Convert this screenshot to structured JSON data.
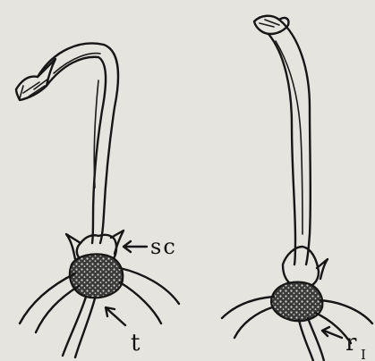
{
  "figure": {
    "labels": {
      "left_upper": "sc",
      "left_lower": "t",
      "right_lower": "r",
      "right_lower_subscript": "I"
    }
  }
}
